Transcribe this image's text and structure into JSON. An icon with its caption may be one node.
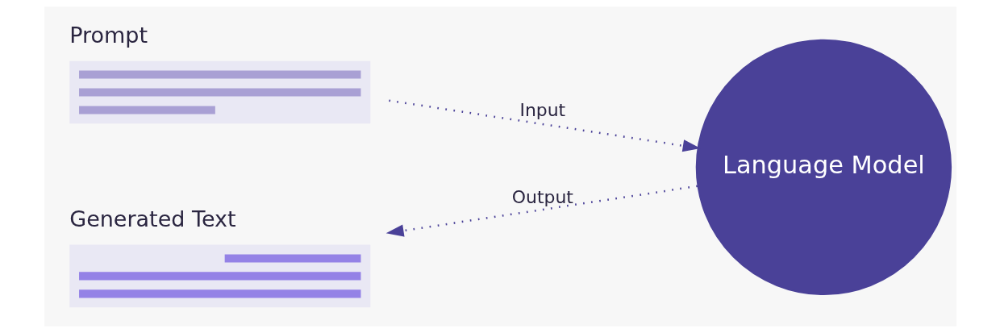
{
  "diagram": {
    "nodes": [
      {
        "text": [
          "Prompt"
        ]
      },
      {
        "text": [
          "Generated Text"
        ]
      },
      {
        "text": [
          "Language Model"
        ]
      }
    ],
    "edges": [
      {
        "from": 0,
        "to": 2,
        "arrow": "to",
        "label": "Input"
      },
      {
        "from": 2,
        "to": 1,
        "arrow": "to",
        "label": "Output"
      }
    ]
  }
}
